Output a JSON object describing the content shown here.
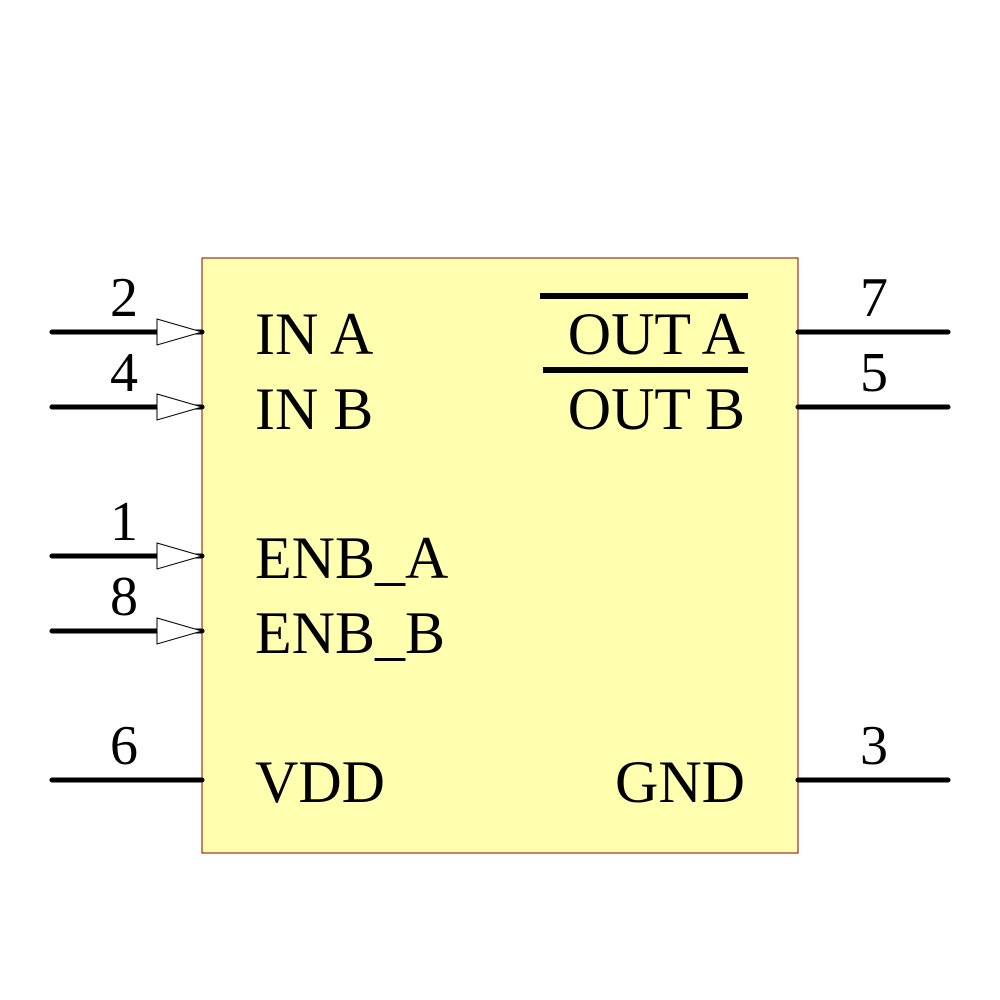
{
  "component": {
    "body_color": "#ffffaf",
    "outline_color": "#8b0000",
    "pins": [
      {
        "number": "2",
        "name": "IN A",
        "side": "left",
        "type": "input",
        "active_low": false
      },
      {
        "number": "4",
        "name": "IN B",
        "side": "left",
        "type": "input",
        "active_low": false
      },
      {
        "number": "1",
        "name": "ENB_A",
        "side": "left",
        "type": "input",
        "active_low": false
      },
      {
        "number": "8",
        "name": "ENB_B",
        "side": "left",
        "type": "input",
        "active_low": false
      },
      {
        "number": "6",
        "name": "VDD",
        "side": "left",
        "type": "power",
        "active_low": false
      },
      {
        "number": "7",
        "name": "OUT A",
        "side": "right",
        "type": "output",
        "active_low": true
      },
      {
        "number": "5",
        "name": "OUT B",
        "side": "right",
        "type": "output",
        "active_low": true
      },
      {
        "number": "3",
        "name": "GND",
        "side": "right",
        "type": "power",
        "active_low": false
      }
    ]
  }
}
